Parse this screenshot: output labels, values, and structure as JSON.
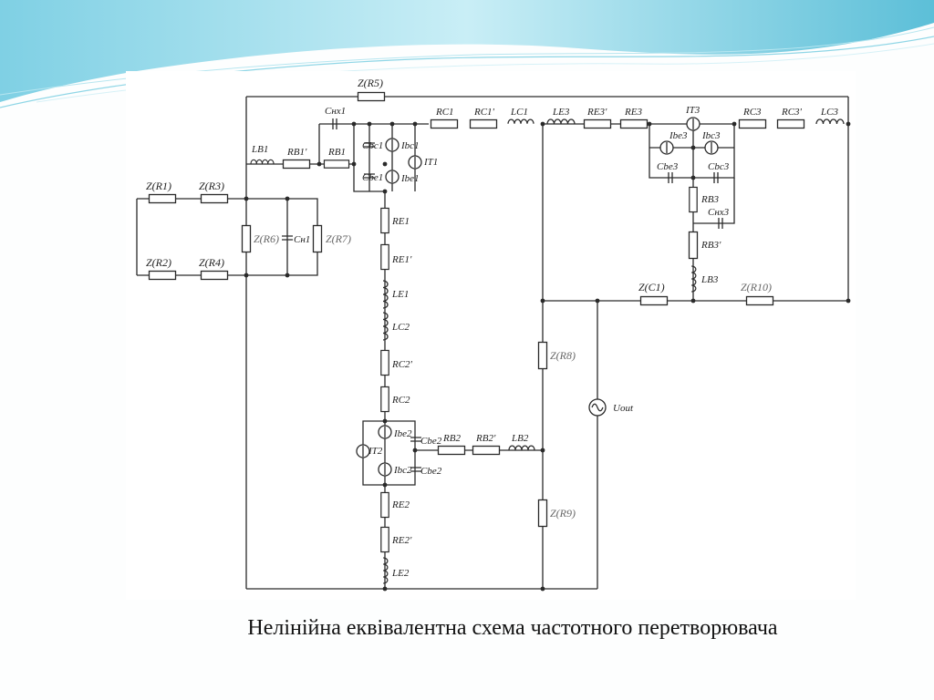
{
  "caption": "Нелінійна еквівалентна схема частотного перетворювача",
  "colors": {
    "wave_light": "#bfe8f2",
    "wave_mid": "#6cc6dc",
    "wire": "#2a2a2a"
  },
  "labels": {
    "zr1": "Z(R1)",
    "zr2": "Z(R2)",
    "zr3": "Z(R3)",
    "zr4": "Z(R4)",
    "zr5": "Z(R5)",
    "zr6": "Z(R6)",
    "zr7": "Z(R7)",
    "zr8": "Z(R8)",
    "zr9": "Z(R9)",
    "zr10": "Z(R10)",
    "zc1": "Z(C1)",
    "cn1": "Cн1",
    "cnx1": "Cнх1",
    "cnx3": "Cнх3",
    "lb1": "LB1",
    "rb1p": "RB1'",
    "rb1": "RB1",
    "cbc1": "Cbc1",
    "ibc1": "Ibc1",
    "cbe1": "Cbe1",
    "ibe1": "Ibe1",
    "it1": "IT1",
    "rc1": "RC1",
    "rc1p": "RC1'",
    "lc1": "LC1",
    "le3": "LE3",
    "re3p": "RE3'",
    "re3": "RE3",
    "it3": "IT3",
    "rc3": "RC3",
    "rc3p": "RC3'",
    "lc3": "LC3",
    "ibe3": "Ibe3",
    "ibc3": "Ibc3",
    "cbe3": "Cbe3",
    "cbc3": "Cbc3",
    "rb3": "RB3",
    "rb3p": "RB3'",
    "lb3": "LB3",
    "re1": "RE1",
    "re1p": "RE1'",
    "le1": "LE1",
    "lc2": "LC2",
    "rc2p": "RC2'",
    "rc2": "RC2",
    "ibe2": "Ibe2",
    "cbe2a": "Cbe2",
    "it2": "IT2",
    "ibc2": "Ibc2",
    "cbe2b": "Cbe2",
    "rb2": "RB2",
    "rb2p": "RB2'",
    "lb2": "LB2",
    "re2": "RE2",
    "re2p": "RE2'",
    "le2": "LE2",
    "uout": "Uout"
  }
}
